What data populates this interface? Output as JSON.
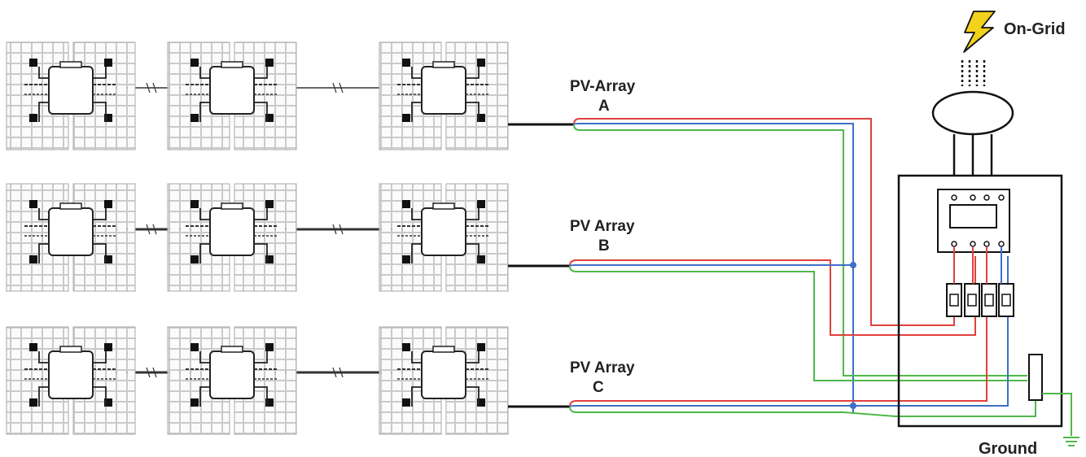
{
  "labels": {
    "grid": "On-Grid",
    "ground": "Ground",
    "arrays": [
      {
        "line1": "PV-Array",
        "line2": "A"
      },
      {
        "line1": "PV Array",
        "line2": "B"
      },
      {
        "line1": "PV Array",
        "line2": "C"
      }
    ]
  },
  "colors": {
    "red": "#e0403c",
    "blue": "#3d6fc9",
    "green": "#4fb84a",
    "black": "#111111",
    "lightning": "#f2d21a"
  },
  "icons": [
    "lightning-icon",
    "ground-icon",
    "junction-dot-icon"
  ]
}
